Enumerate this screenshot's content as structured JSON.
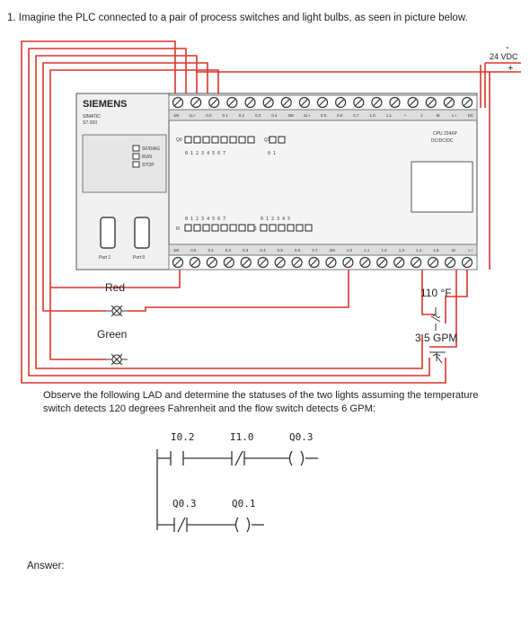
{
  "question": "1.  Imagine the PLC connected to a pair of process switches and light bulbs, as seen in picture below.",
  "plc": {
    "brand": "SIEMENS",
    "model_line1": "SIMATIC",
    "model_line2": "S7-200",
    "leds": [
      "SF/DIAG",
      "RUN",
      "STOP"
    ],
    "port1": "Port 1",
    "port0": "Port 0",
    "cpu_line1": "CPU 224XP",
    "cpu_line2": "DC/DC/DC",
    "top_terminals": [
      "1M",
      "1L+",
      "0.0",
      "0.1",
      "0.2",
      "0.3",
      "0.4",
      "2M",
      "2L+",
      "0.5",
      "0.6",
      "0.7",
      "1.0",
      "1.1",
      "•",
      "⏚",
      "M",
      "L+",
      "DC"
    ],
    "bottom_terminals": [
      "1M",
      "0.0",
      "0.1",
      "0.2",
      "0.3",
      "0.4",
      "0.5",
      "0.6",
      "0.7",
      "2M",
      "1.0",
      "1.1",
      "1.2",
      "1.3",
      "1.4",
      "1.5",
      "M",
      "L+"
    ],
    "out_led_top": "Q0",
    "out_led_top_nums": "0 1 2 3 4 5 6 7",
    "out_led_q1": "Q1",
    "out_led_q1_nums": "0 1",
    "in_led_nums_a": "0 1 2 3 4 5 6 7",
    "in_led_nums_b": "0 1 2 3 4 5",
    "in_led_i0": "I0",
    "in_led_i1": "I1"
  },
  "power": {
    "label": "24 VDC",
    "minus": "-",
    "plus": "+"
  },
  "devices": {
    "red_label": "Red",
    "green_label": "Green",
    "temp_label": "110 °F",
    "flow_label": "3.5 GPM"
  },
  "observe": "Observe the following LAD and determine the statuses of the two lights assuming the temperature switch detects 120 degrees Fahrenheit and the flow switch detects 6 GPM:",
  "ladder": {
    "rung1": [
      "I0.2",
      "I1.0",
      "Q0.3"
    ],
    "rung2": [
      "Q0.3",
      "Q0.1"
    ]
  },
  "answer_label": "Answer:",
  "colors": {
    "wire": "#d9342b",
    "ink": "#222222",
    "panel": "#eeeeee"
  }
}
